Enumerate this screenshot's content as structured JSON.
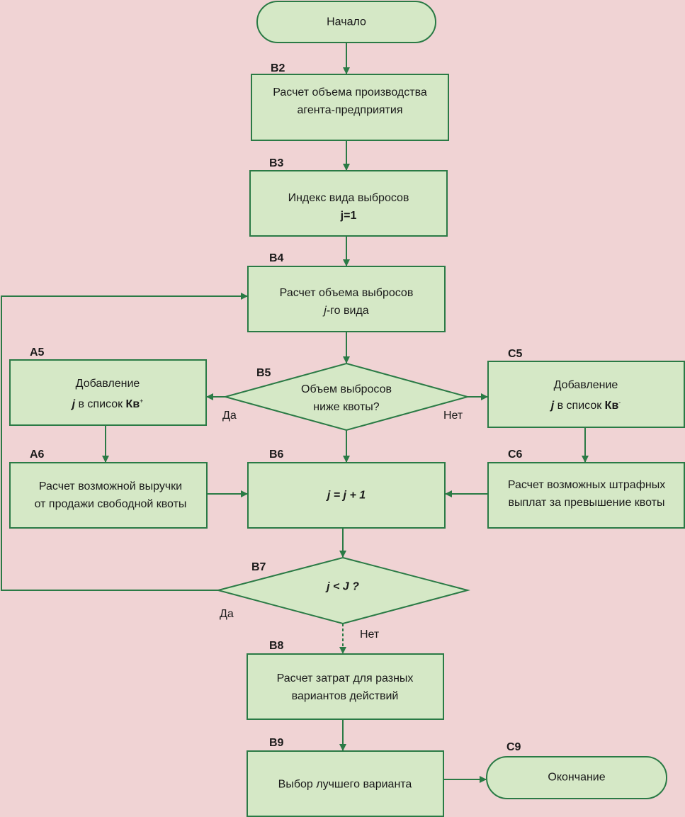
{
  "colors": {
    "background": "#f0d3d4",
    "node_fill": "#d5e8c6",
    "stroke": "#2a7a45"
  },
  "nodes": {
    "start": {
      "text": "Начало"
    },
    "B2": {
      "id": "B2",
      "line1": "Расчет объема производства",
      "line2": "агента-предприятия"
    },
    "B3": {
      "id": "B3",
      "line1": "Индекс вида выбросов",
      "line2": "j=1"
    },
    "B4": {
      "id": "B4",
      "line1": "Расчет объема выбросов",
      "line2_var": "j",
      "line2": "-го вида"
    },
    "B5": {
      "id": "B5",
      "line1": "Объем выбросов",
      "line2": "ниже квоты?"
    },
    "A5": {
      "id": "A5",
      "line1": "Добавление",
      "var": "j",
      "mid": " в список ",
      "list": "Кв",
      "sup": "+"
    },
    "C5": {
      "id": "C5",
      "line1": "Добавление",
      "var": "j",
      "mid": " в список ",
      "list": "Кв",
      "sup": "-"
    },
    "A6": {
      "id": "A6",
      "line1": "Расчет возможной выручки",
      "line2": "от продажи свободной квоты"
    },
    "B6": {
      "id": "B6",
      "text": "j = j + 1"
    },
    "C6": {
      "id": "C6",
      "line1": "Расчет возможных штрафных",
      "line2": "выплат за превышение квоты"
    },
    "B7": {
      "id": "B7",
      "text": "j < J ?"
    },
    "B8": {
      "id": "B8",
      "line1": "Расчет затрат для разных",
      "line2": "вариантов действий"
    },
    "B9": {
      "id": "B9",
      "text": "Выбор лучшего варианта"
    },
    "C9": {
      "id": "C9",
      "text": "Окончание"
    }
  },
  "edges": {
    "yes": "Да",
    "no": "Нет"
  }
}
